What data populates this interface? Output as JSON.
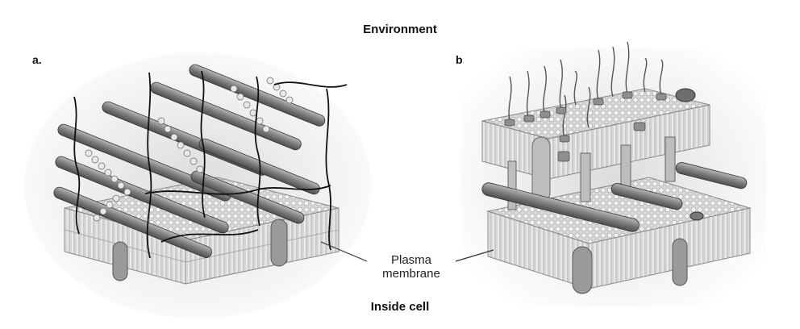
{
  "labels": {
    "top": "Environment",
    "bottom": "Inside cell",
    "panel_a": "a.",
    "panel_b": "b.",
    "callout_line1": "Plasma",
    "callout_line2": "membrane"
  },
  "colors": {
    "membrane": "#cfcfcf",
    "rod": "#8a8a8a",
    "fiber": "#111111",
    "shadow": "#e4e4e4"
  }
}
